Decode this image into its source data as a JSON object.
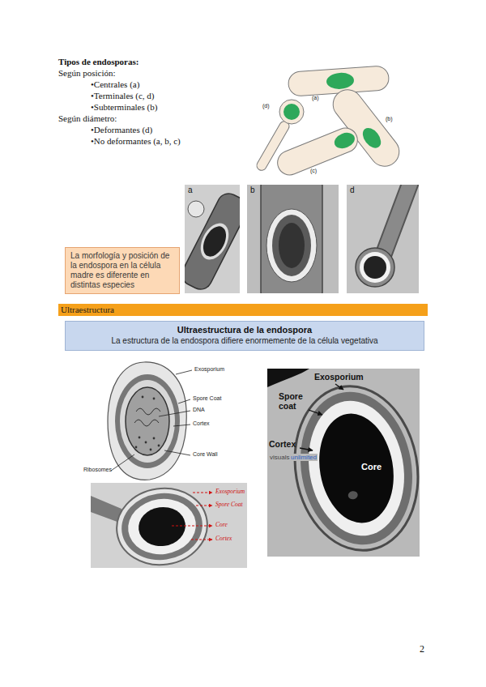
{
  "diagram": {
    "nodes": [
      {
        "text": [
          "La morfología y posición de la endospora en la célula madre es diferente en distintas especies"
        ]
      },
      {
        "text": [
          "Ultraestructura"
        ]
      },
      {
        "text": [
          "Ultraestructura de la endospora",
          "La estructura de la endospora difiere enormemente de la célula vegetativa"
        ]
      }
    ],
    "labels": [
      "Tipos de endosporas:",
      "Según posición:",
      "•Centrales (a)",
      "•Terminales (c, d)",
      "•Subterminales (b)",
      "Según diámetro:",
      "•Deformantes (d)",
      "•No deformantes (a, b, c)",
      "(a)",
      "(d)",
      "(b)",
      "(c)",
      "a",
      "b",
      "d",
      "Exosporium",
      "Spore Coat",
      "DNA",
      "Cortex",
      "Core Wall",
      "Ribosomes",
      "Exosporium",
      "Spore coat",
      "Cortex",
      "visuals",
      "unlimited",
      "Core",
      "Exosporium",
      "Spore Coat",
      "Core",
      "Cortex",
      "2"
    ]
  }
}
